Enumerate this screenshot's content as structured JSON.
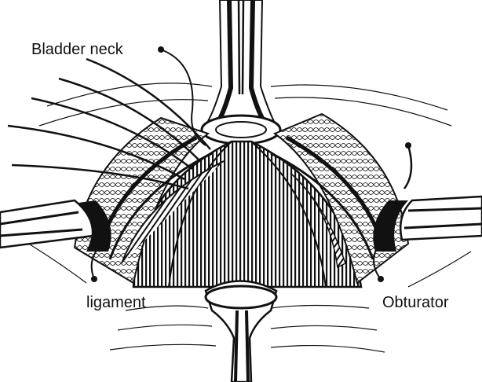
{
  "labels": {
    "bladder_neck": "Bladder neck",
    "ligament": "ligament",
    "obturator": "Obturator"
  },
  "colors": {
    "ink": "#111111",
    "paper": "#ffffff"
  }
}
